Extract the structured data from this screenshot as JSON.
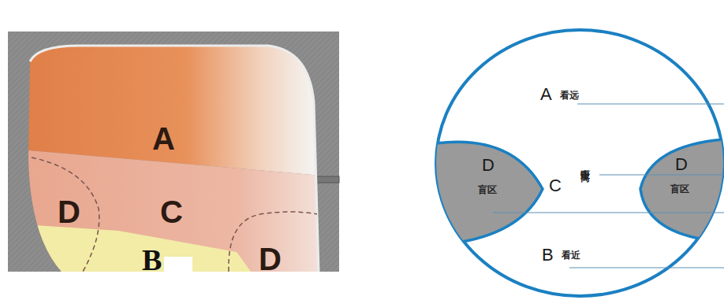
{
  "diagram": {
    "nodes": [
      {
        "text": [
          "A"
        ]
      },
      {
        "text": [
          "D"
        ]
      },
      {
        "text": [
          "C"
        ]
      },
      {
        "text": [
          "D"
        ]
      },
      {
        "text": [
          "B"
        ]
      },
      {
        "text": [
          "A",
          "看远",
          "C",
          "中距离",
          "B",
          "看近"
        ]
      },
      {
        "text": [
          "D",
          "盲区"
        ],
        "in": 5
      },
      {
        "text": [
          "D",
          "盲区"
        ],
        "in": 5
      }
    ]
  }
}
